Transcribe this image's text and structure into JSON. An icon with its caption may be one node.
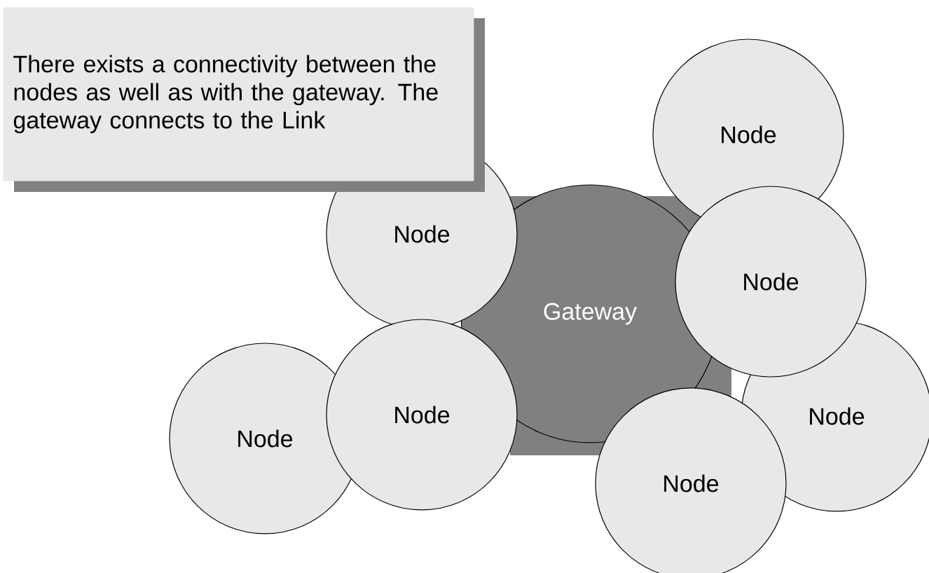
{
  "diagram": {
    "nodes": [
      {
        "text": [
          "There exists a connectivity between the nodes as well as with the gateway. The gateway connects to the Link"
        ]
      },
      {
        "text": [
          "Node"
        ]
      },
      {
        "text": [
          "Node"
        ]
      },
      {
        "text": [
          "Node"
        ]
      },
      {
        "text": [
          "Gateway"
        ]
      },
      {
        "text": [
          "Node"
        ]
      },
      {
        "text": [
          "Node"
        ]
      },
      {
        "text": [
          "Node"
        ]
      },
      {
        "text": [
          "Node"
        ]
      }
    ]
  }
}
